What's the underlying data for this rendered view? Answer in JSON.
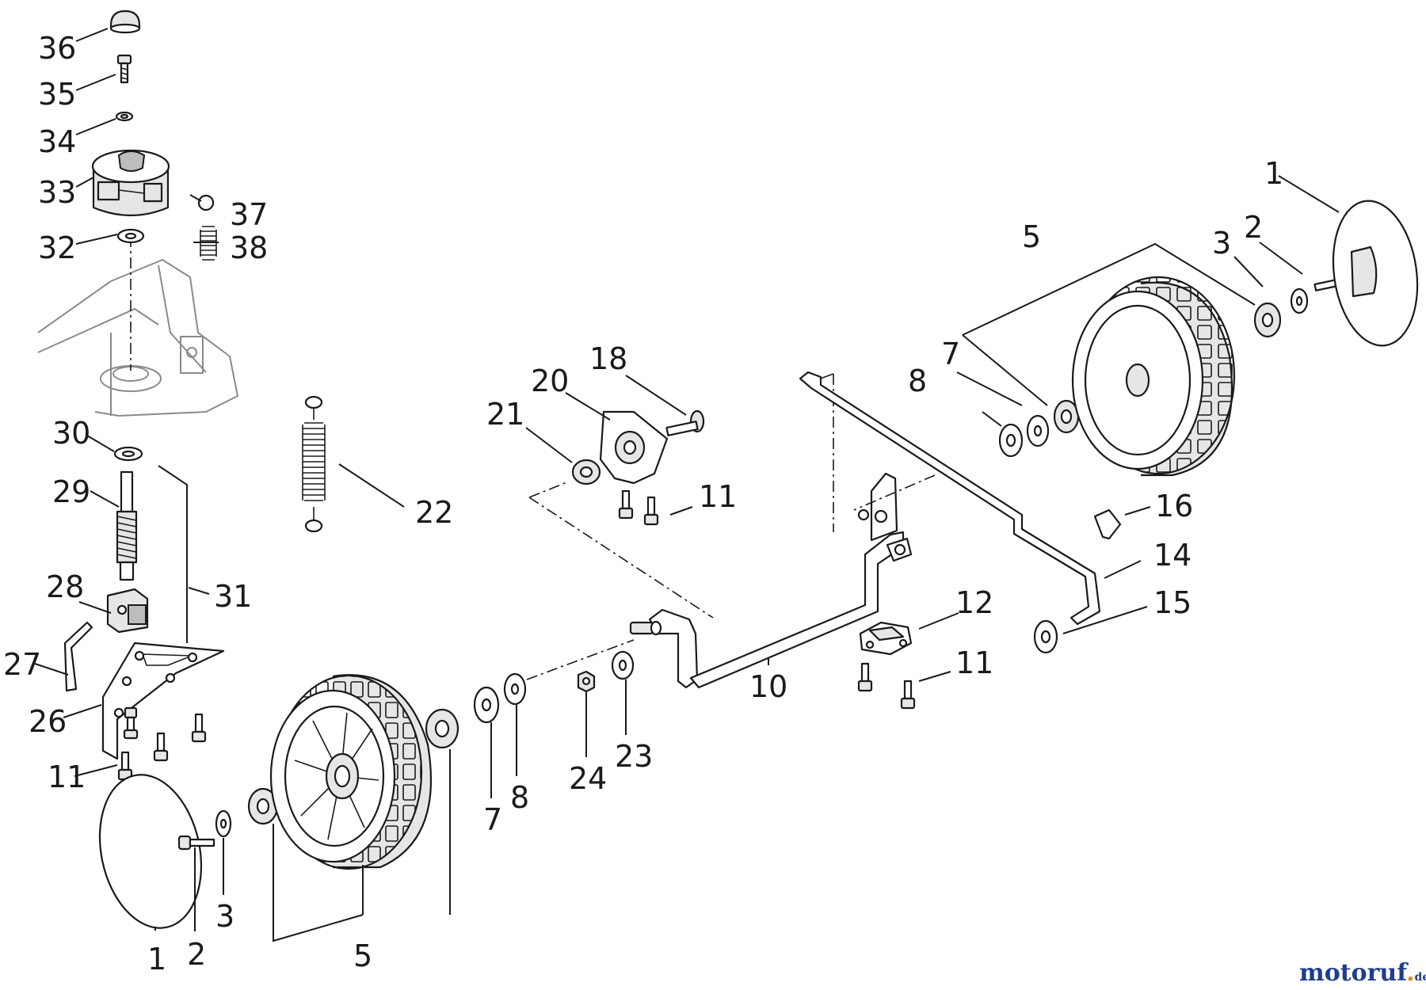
{
  "diagram": {
    "callouts": [
      {
        "id": "c36",
        "text": "36"
      },
      {
        "id": "c35",
        "text": "35"
      },
      {
        "id": "c34",
        "text": "34"
      },
      {
        "id": "c33",
        "text": "33"
      },
      {
        "id": "c37",
        "text": "37"
      },
      {
        "id": "c38",
        "text": "38"
      },
      {
        "id": "c32",
        "text": "32"
      },
      {
        "id": "c30",
        "text": "30"
      },
      {
        "id": "c29",
        "text": "29"
      },
      {
        "id": "c28",
        "text": "28"
      },
      {
        "id": "c31",
        "text": "31"
      },
      {
        "id": "c27",
        "text": "27"
      },
      {
        "id": "c26",
        "text": "26"
      },
      {
        "id": "c11a",
        "text": "11"
      },
      {
        "id": "c1a",
        "text": "1"
      },
      {
        "id": "c2a",
        "text": "2"
      },
      {
        "id": "c3a",
        "text": "3"
      },
      {
        "id": "c5a",
        "text": "5"
      },
      {
        "id": "c7a",
        "text": "7"
      },
      {
        "id": "c8a",
        "text": "8"
      },
      {
        "id": "c24",
        "text": "24"
      },
      {
        "id": "c23",
        "text": "23"
      },
      {
        "id": "c10",
        "text": "10"
      },
      {
        "id": "c22",
        "text": "22"
      },
      {
        "id": "c21",
        "text": "21"
      },
      {
        "id": "c20",
        "text": "20"
      },
      {
        "id": "c18",
        "text": "18"
      },
      {
        "id": "c11b",
        "text": "11"
      },
      {
        "id": "c12",
        "text": "12"
      },
      {
        "id": "c11c",
        "text": "11"
      },
      {
        "id": "c16",
        "text": "16"
      },
      {
        "id": "c14",
        "text": "14"
      },
      {
        "id": "c15",
        "text": "15"
      },
      {
        "id": "c5b",
        "text": "5"
      },
      {
        "id": "c7b",
        "text": "7"
      },
      {
        "id": "c8b",
        "text": "8"
      },
      {
        "id": "c3b",
        "text": "3"
      },
      {
        "id": "c2b",
        "text": "2"
      },
      {
        "id": "c1b",
        "text": "1"
      }
    ]
  },
  "watermark": {
    "brand": "motoruf",
    "dot": ".",
    "tld": "de",
    "brand_color": "#1f3d8f",
    "accent_color": "#e08a1e"
  }
}
